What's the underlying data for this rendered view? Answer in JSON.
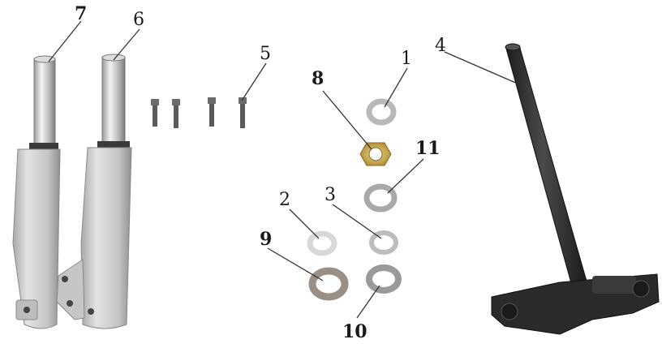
{
  "callouts": {
    "c1": "1",
    "c2": "2",
    "c3": "3",
    "c4": "4",
    "c5": "5",
    "c6": "6",
    "c7": "7",
    "c8": "8",
    "c9": "9",
    "c10": "10",
    "c11": "11"
  },
  "parts": [
    {
      "id": "fork-tube-left",
      "icon": "fork-leg-icon"
    },
    {
      "id": "fork-tube-right",
      "icon": "fork-leg-icon"
    },
    {
      "id": "bolts",
      "icon": "bolt-icon"
    },
    {
      "id": "washers",
      "icon": "washer-icon"
    },
    {
      "id": "nut",
      "icon": "hex-nut-icon"
    },
    {
      "id": "steering-stem",
      "icon": "steering-stem-icon"
    }
  ],
  "colors": {
    "background": "#ffffff",
    "fork_silver": "#c9c9c9",
    "chrome": "#e6e6e6",
    "stem_dark": "#2b2b2b",
    "brass_nut": "#c8a24a",
    "leader_line": "#333333"
  }
}
